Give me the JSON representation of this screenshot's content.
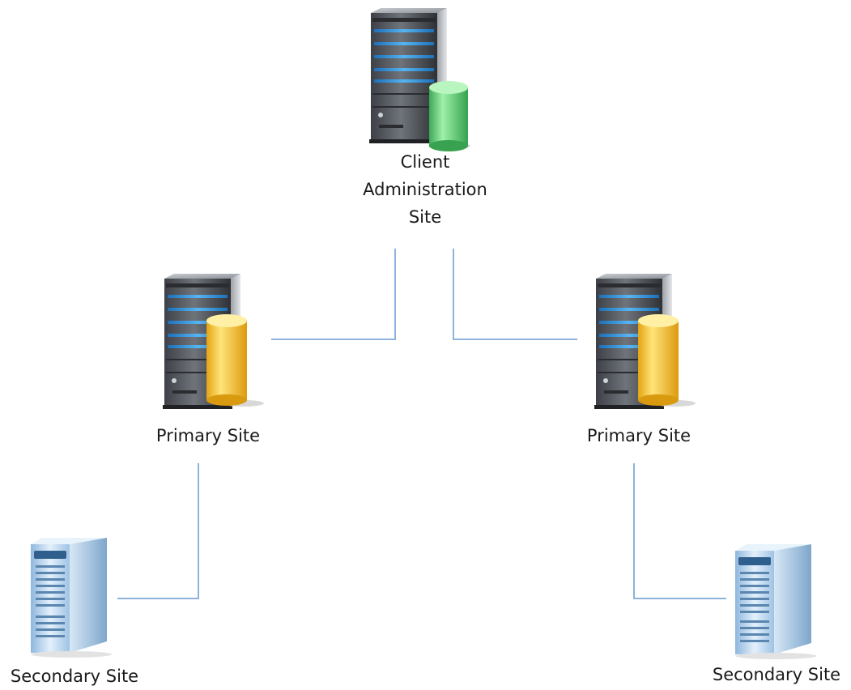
{
  "colors": {
    "connector": "#8db3dd",
    "cas_db": "#5fcf74",
    "primary_db": "#f6c232",
    "rack_body": "#5d6167",
    "tower_body": "#c9dff2"
  },
  "nodes": {
    "cas": {
      "icon": "server-rack-green-database-icon",
      "label_line1": "Client",
      "label_line2": "Administration",
      "label_line3": "Site"
    },
    "primary_left": {
      "icon": "server-rack-yellow-database-icon",
      "label": "Primary Site"
    },
    "primary_right": {
      "icon": "server-rack-yellow-database-icon",
      "label": "Primary Site"
    },
    "secondary_left": {
      "icon": "tower-server-icon",
      "label": "Secondary Site"
    },
    "secondary_right": {
      "icon": "tower-server-icon",
      "label": "Secondary Site"
    }
  }
}
